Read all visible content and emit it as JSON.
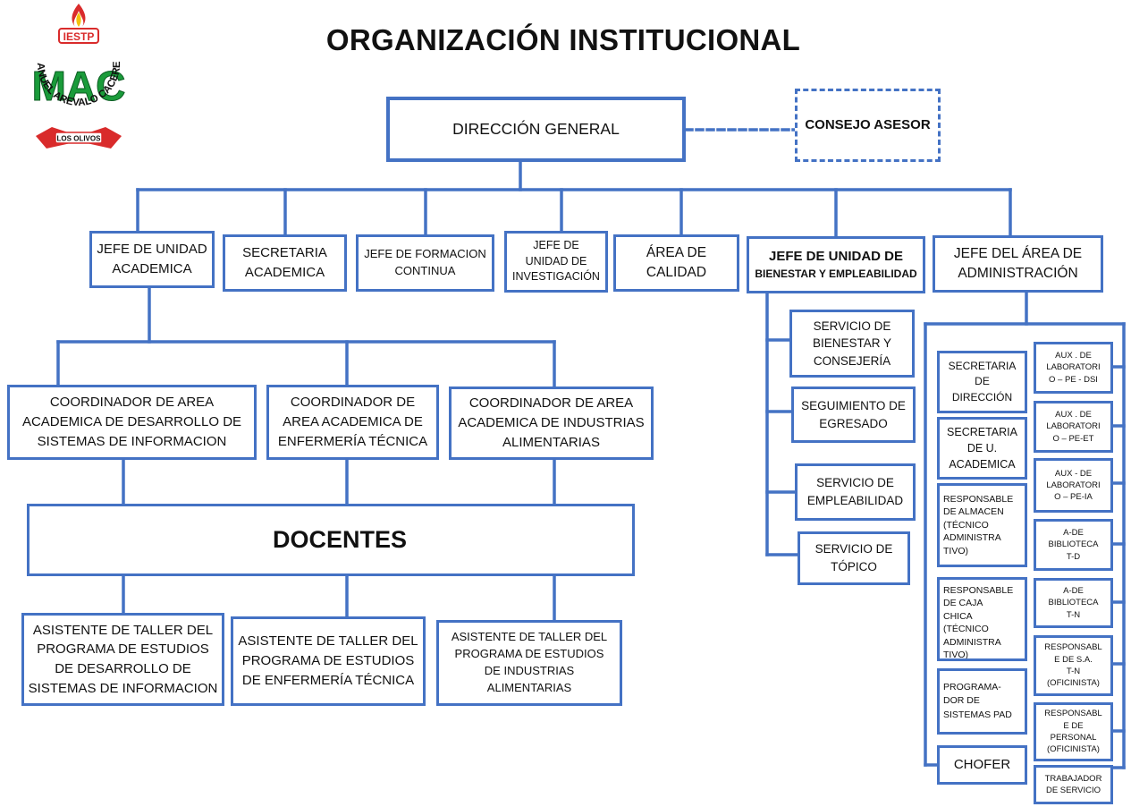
{
  "title": "ORGANIZACIÓN INSTITUCIONAL",
  "logo": {
    "top": "IESTP",
    "initials": "MAC",
    "ring": "MANUEL AREVALO CACERES",
    "bottom": "LOS OLIVOS"
  },
  "colors": {
    "line": "#4472C4",
    "logo_green": "#1a9b3a",
    "logo_red": "#d92b2b",
    "logo_yellow": "#f4c20d"
  },
  "nodes": {
    "direccion": "DIRECCIÓN GENERAL",
    "consejo": "CONSEJO ASESOR",
    "jefe_academica": "JEFE DE UNIDAD\nACADEMICA",
    "secretaria_academica": "SECRETARIA\nACADEMICA",
    "jefe_formacion": "JEFE DE FORMACION\nCONTINUA",
    "jefe_investigacion": "JEFE DE\nUNIDAD DE\nINVESTIGACIÓN",
    "area_calidad": "ÁREA DE\nCALIDAD",
    "jefe_bienestar_1": "JEFE DE UNIDAD DE",
    "jefe_bienestar_2": "BIENESTAR Y EMPLEABILIDAD",
    "jefe_administracion": "JEFE DEL ÁREA DE\nADMINISTRACIÓN",
    "coord_dsi": "COORDINADOR DE AREA\nACADEMICA DE DESARROLLO DE\nSISTEMAS DE INFORMACION",
    "coord_enf": "COORDINADOR DE\nAREA ACADEMICA DE\nENFERMERÍA TÉCNICA",
    "coord_ia": "COORDINADOR DE AREA\nACADEMICA DE INDUSTRIAS\nALIMENTARIAS",
    "docentes": "DOCENTES",
    "asist_dsi": "ASISTENTE DE TALLER DEL\nPROGRAMA DE ESTUDIOS\nDE DESARROLLO DE\nSISTEMAS DE INFORMACION",
    "asist_enf": "ASISTENTE DE TALLER DEL\nPROGRAMA DE ESTUDIOS\nDE ENFERMERÍA TÉCNICA",
    "asist_ia": "ASISTENTE DE TALLER DEL\nPROGRAMA DE ESTUDIOS\nDE INDUSTRIAS\nALIMENTARIAS",
    "serv_bienestar": "SERVICIO DE\nBIENESTAR Y\nCONSEJERÍA",
    "seguimiento": "SEGUIMIENTO DE\nEGRESADO",
    "serv_empleabilidad": "SERVICIO DE\nEMPLEABILIDAD",
    "serv_topico": "SERVICIO DE\nTÓPICO",
    "sec_direccion": "SECRETARIA\nDE\nDIRECCIÓN",
    "sec_u_academica": "SECRETARIA\nDE U.\nACADEMICA",
    "resp_almacen": "RESPONSABLE\nDE ALMACEN\n(TÉCNICO\nADMINISTRA\nTIVO)",
    "resp_caja": "RESPONSABLE\nDE CAJA\nCHICA\n(TÉCNICO\nADMINISTRA\nTIVO)",
    "programador": "PROGRAMA-\nDOR DE\nSISTEMAS PAD",
    "chofer": "CHOFER",
    "aux_dsi": "AUX . DE\nLABORATORI\nO – PE - DSI",
    "aux_et": "AUX . DE\nLABORATORI\nO – PE-ET",
    "aux_ia": "AUX - DE\nLABORATORI\nO – PE-IA",
    "biblio_td": "A-DE\nBIBLIOTECA\nT-D",
    "biblio_tn": "A-DE\nBIBLIOTECA\nT-N",
    "resp_sa": "RESPONSABL\nE DE S.A.\nT-N\n(OFICINISTA)",
    "resp_personal": "RESPONSABL\nE DE\nPERSONAL\n(OFICINISTA)",
    "trabajador": "TRABAJADOR\nDE SERVICIO"
  }
}
